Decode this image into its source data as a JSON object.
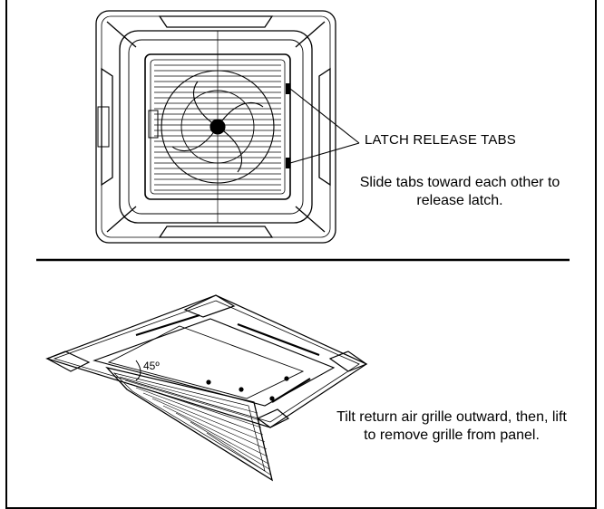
{
  "top_figure": {
    "callout_label": "LATCH RELEASE TABS",
    "instruction": "Slide tabs toward each other to release latch."
  },
  "bottom_figure": {
    "angle_label": "45º",
    "instruction": "Tilt return air grille outward, then, lift to remove grille from panel."
  },
  "colors": {
    "line": "#000000",
    "background": "#ffffff"
  }
}
